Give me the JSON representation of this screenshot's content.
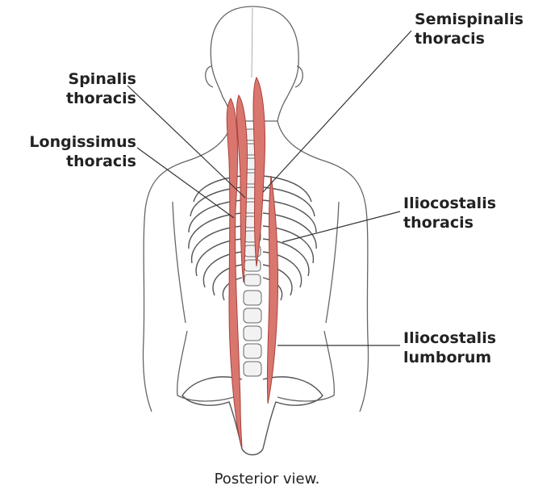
{
  "labels": {
    "semispinalis": {
      "line1": "Semispinalis",
      "line2": "thoracis"
    },
    "spinalis": {
      "line1": "Spinalis",
      "line2": "thoracis"
    },
    "longissimus": {
      "line1": "Longissimus",
      "line2": "thoracis"
    },
    "iliocostalis_thoracis": {
      "line1": "Iliocostalis",
      "line2": "thoracis"
    },
    "iliocostalis_lumborum": {
      "line1": "Iliocostalis",
      "line2": "lumborum"
    }
  },
  "caption": "Posterior view.",
  "colors": {
    "muscle": "#d9776f",
    "muscle_dark": "#a8403a",
    "outline": "#555555",
    "leader": "#333333"
  }
}
